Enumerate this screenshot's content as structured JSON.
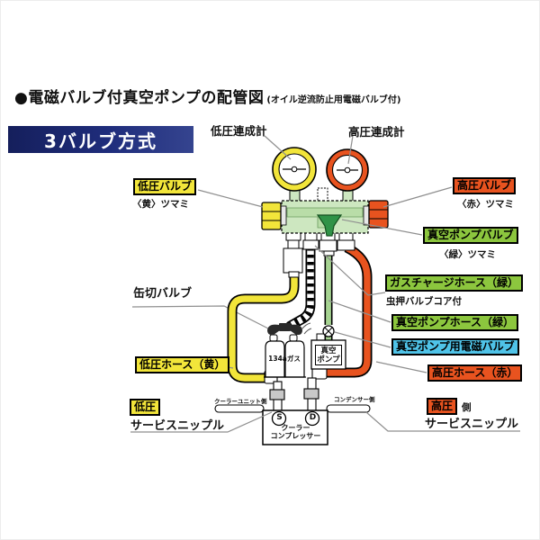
{
  "title": {
    "bullet": "●",
    "main": "電磁バルブ付真空ポンプの配管図",
    "sub": "(オイル逆流防止用電磁バルブ付)"
  },
  "banner": {
    "text": "3バルブ方式"
  },
  "gauge_labels": {
    "low": "低圧連成計",
    "high": "高圧連成計"
  },
  "valve_labels": {
    "low": {
      "box": "低圧バルブ",
      "knob": "〈黄〉ツマミ"
    },
    "high": {
      "box": "高圧バルブ",
      "knob": "〈赤〉ツマミ"
    },
    "vacuum": {
      "box": "真空ポンプバルブ",
      "knob": "〈緑〉ツマミ"
    }
  },
  "hose_labels": {
    "gas_charge": {
      "box": "ガスチャージホース（緑）",
      "note": "虫押バルブコア付"
    },
    "vacuum_pump": {
      "box": "真空ポンプホース（緑）"
    },
    "solenoid": {
      "box": "真空ポンプ用電磁バルブ"
    },
    "high": {
      "box": "高圧ホース（赤）"
    },
    "low": {
      "box": "低圧ホース（黄）"
    },
    "can_valve": "缶切バルブ"
  },
  "nipple_labels": {
    "low": {
      "badge": "低圧",
      "text": "サービスニップル"
    },
    "high": {
      "badge": "高圧",
      "suffix": "側",
      "text": "サービスニップル"
    }
  },
  "equipment": {
    "gas_can": "134aガス",
    "pump_line1": "真空",
    "pump_line2": "ポンプ",
    "compressor_line1": "クーラー",
    "compressor_line2": "コンプレッサー",
    "port_s": "S",
    "port_d": "D",
    "pipe_left": "クーラーユニット側",
    "pipe_right": "コンデンサー側"
  },
  "colors": {
    "banner_navy": "#1f2d7c",
    "yellow": "#f2e53a",
    "orange_red": "#e8531f",
    "label_green": "#8cc63e",
    "label_cyan": "#4fc3e8",
    "manifold_green": "#cde7c0",
    "hose_green": "#a6d391",
    "valve_cone_green": "#2f9247",
    "leader_grey": "#8f8f8f"
  }
}
